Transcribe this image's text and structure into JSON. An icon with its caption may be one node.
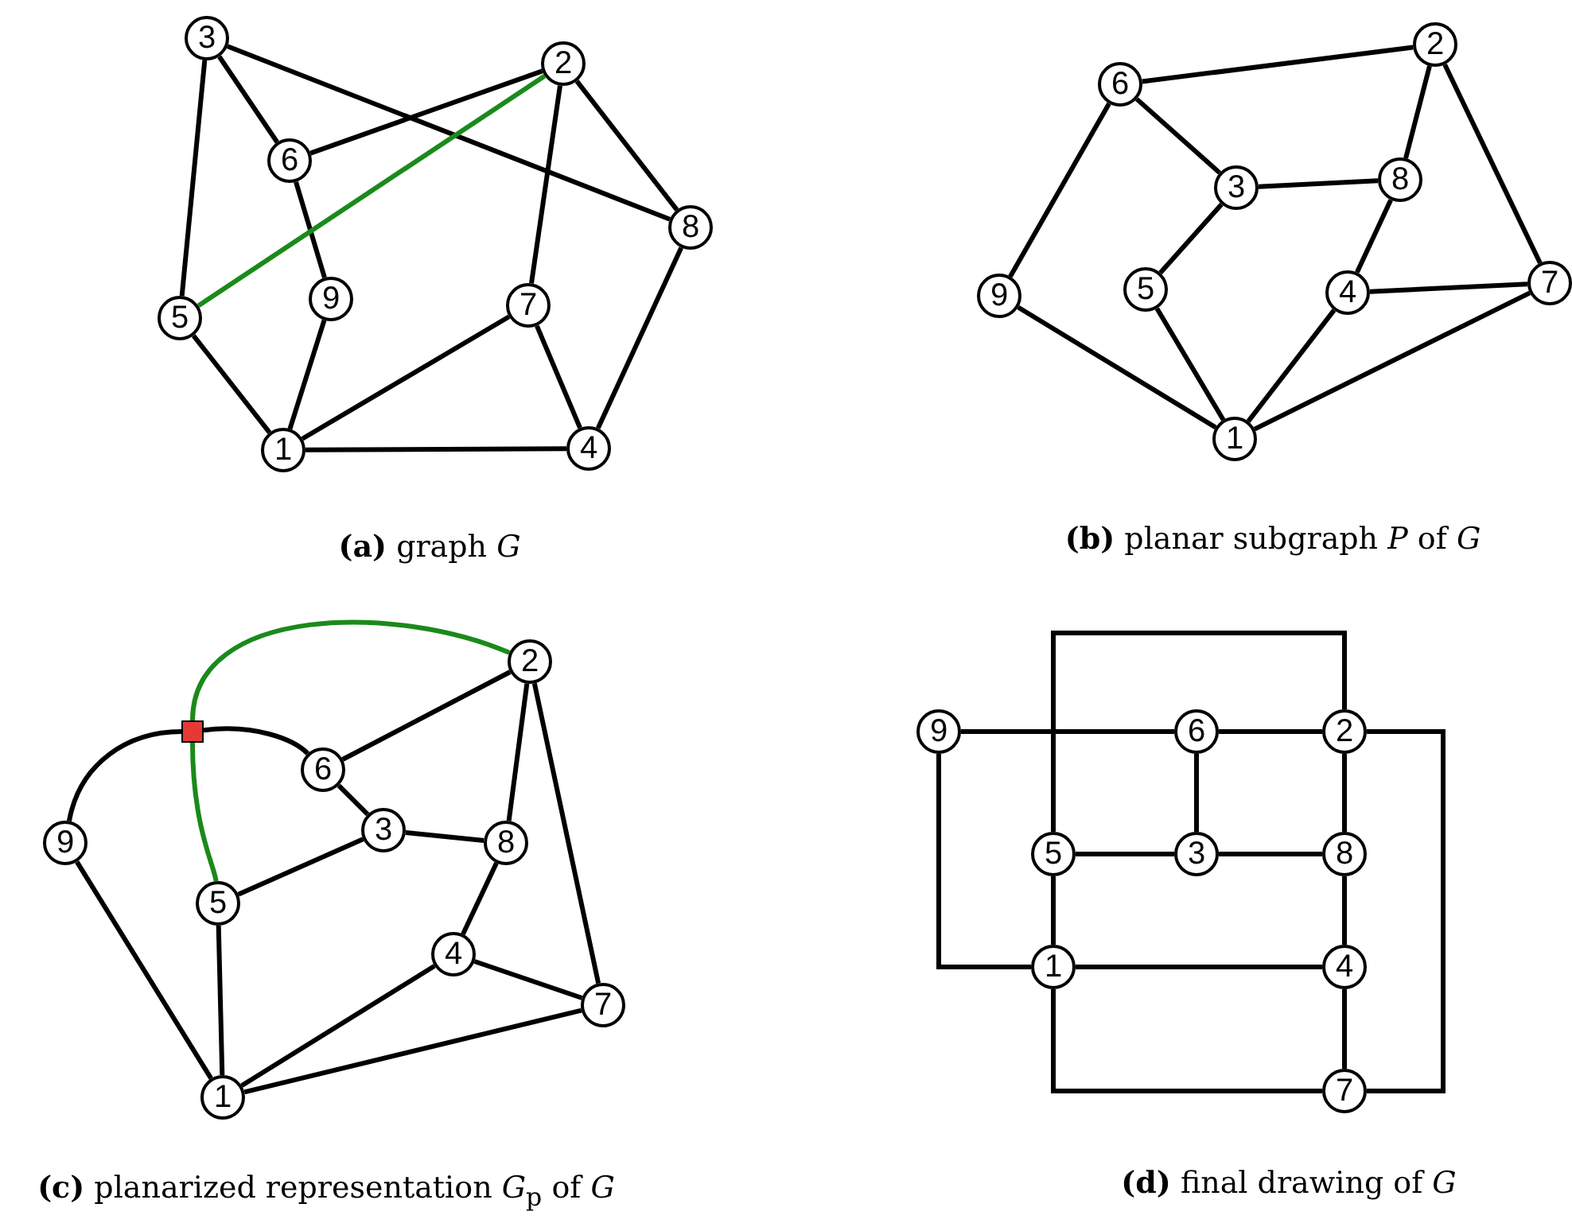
{
  "diagram": {
    "nodes": [
      {
        "text": [
          "1"
        ]
      },
      {
        "text": [
          "2"
        ]
      },
      {
        "text": [
          "3"
        ]
      },
      {
        "text": [
          "4"
        ]
      },
      {
        "text": [
          "5"
        ]
      },
      {
        "text": [
          "6"
        ]
      },
      {
        "text": [
          "7"
        ]
      },
      {
        "text": [
          "8"
        ]
      },
      {
        "text": [
          "9"
        ]
      },
      {
        "text": [
          "1"
        ]
      },
      {
        "text": [
          "2"
        ]
      },
      {
        "text": [
          "3"
        ]
      },
      {
        "text": [
          "4"
        ]
      },
      {
        "text": [
          "5"
        ]
      },
      {
        "text": [
          "6"
        ]
      },
      {
        "text": [
          "7"
        ]
      },
      {
        "text": [
          "8"
        ]
      },
      {
        "text": [
          "9"
        ]
      },
      {
        "text": [
          "1"
        ]
      },
      {
        "text": [
          "2"
        ]
      },
      {
        "text": [
          "3"
        ]
      },
      {
        "text": [
          "4"
        ]
      },
      {
        "text": [
          "5"
        ]
      },
      {
        "text": [
          "6"
        ]
      },
      {
        "text": [
          "7"
        ]
      },
      {
        "text": [
          "8"
        ]
      },
      {
        "text": [
          "9"
        ]
      },
      {
        "text": [],
        "shape": "box"
      },
      {
        "text": [
          "1"
        ]
      },
      {
        "text": [
          "2"
        ]
      },
      {
        "text": [
          "3"
        ]
      },
      {
        "text": [
          "4"
        ]
      },
      {
        "text": [
          "5"
        ]
      },
      {
        "text": [
          "6"
        ]
      },
      {
        "text": [
          "7"
        ]
      },
      {
        "text": [
          "8"
        ]
      },
      {
        "text": [
          "9"
        ]
      }
    ],
    "edges": [
      {
        "from": 2,
        "to": 5,
        "arrow": "none"
      },
      {
        "from": 2,
        "to": 7,
        "arrow": "none"
      },
      {
        "from": 2,
        "to": 4,
        "arrow": "none"
      },
      {
        "from": 5,
        "to": 1,
        "arrow": "none"
      },
      {
        "from": 5,
        "to": 8,
        "arrow": "none"
      },
      {
        "from": 1,
        "to": 4,
        "arrow": "none",
        "color": "#1a8a1a"
      },
      {
        "from": 1,
        "to": 7,
        "arrow": "none"
      },
      {
        "from": 1,
        "to": 6,
        "arrow": "none"
      },
      {
        "from": 6,
        "to": 0,
        "arrow": "none"
      },
      {
        "from": 6,
        "to": 3,
        "arrow": "none"
      },
      {
        "from": 7,
        "to": 3,
        "arrow": "none"
      },
      {
        "from": 4,
        "to": 0,
        "arrow": "none"
      },
      {
        "from": 8,
        "to": 0,
        "arrow": "none"
      },
      {
        "from": 0,
        "to": 3,
        "arrow": "none"
      },
      {
        "from": 14,
        "to": 10,
        "arrow": "none"
      },
      {
        "from": 14,
        "to": 17,
        "arrow": "none"
      },
      {
        "from": 14,
        "to": 11,
        "arrow": "none"
      },
      {
        "from": 11,
        "to": 16,
        "arrow": "none"
      },
      {
        "from": 11,
        "to": 13,
        "arrow": "none"
      },
      {
        "from": 10,
        "to": 16,
        "arrow": "none"
      },
      {
        "from": 10,
        "to": 15,
        "arrow": "none"
      },
      {
        "from": 16,
        "to": 12,
        "arrow": "none"
      },
      {
        "from": 12,
        "to": 15,
        "arrow": "none"
      },
      {
        "from": 17,
        "to": 9,
        "arrow": "none"
      },
      {
        "from": 13,
        "to": 9,
        "arrow": "none"
      },
      {
        "from": 12,
        "to": 9,
        "arrow": "none"
      },
      {
        "from": 15,
        "to": 9,
        "arrow": "none"
      },
      {
        "from": 26,
        "to": 27,
        "arrow": "none"
      },
      {
        "from": 27,
        "to": 23,
        "arrow": "none"
      },
      {
        "from": 27,
        "to": 19,
        "arrow": "none",
        "color": "#1a8a1a"
      },
      {
        "from": 27,
        "to": 22,
        "arrow": "none",
        "color": "#1a8a1a"
      },
      {
        "from": 23,
        "to": 19,
        "arrow": "none"
      },
      {
        "from": 23,
        "to": 20,
        "arrow": "none"
      },
      {
        "from": 20,
        "to": 25,
        "arrow": "none"
      },
      {
        "from": 20,
        "to": 22,
        "arrow": "none"
      },
      {
        "from": 19,
        "to": 25,
        "arrow": "none"
      },
      {
        "from": 19,
        "to": 24,
        "arrow": "none"
      },
      {
        "from": 25,
        "to": 21,
        "arrow": "none"
      },
      {
        "from": 21,
        "to": 24,
        "arrow": "none"
      },
      {
        "from": 26,
        "to": 18,
        "arrow": "none"
      },
      {
        "from": 22,
        "to": 18,
        "arrow": "none"
      },
      {
        "from": 21,
        "to": 18,
        "arrow": "none"
      },
      {
        "from": 24,
        "to": 18,
        "arrow": "none"
      },
      {
        "from": 36,
        "to": 33,
        "arrow": "none"
      },
      {
        "from": 33,
        "to": 29,
        "arrow": "none"
      },
      {
        "from": 33,
        "to": 30,
        "arrow": "none"
      },
      {
        "from": 32,
        "to": 30,
        "arrow": "none"
      },
      {
        "from": 30,
        "to": 35,
        "arrow": "none"
      },
      {
        "from": 29,
        "to": 35,
        "arrow": "none"
      },
      {
        "from": 35,
        "to": 31,
        "arrow": "none"
      },
      {
        "from": 31,
        "to": 34,
        "arrow": "none"
      },
      {
        "from": 32,
        "to": 28,
        "arrow": "none"
      },
      {
        "from": 28,
        "to": 31,
        "arrow": "none"
      },
      {
        "from": 32,
        "to": 29,
        "arrow": "none"
      },
      {
        "from": 36,
        "to": 28,
        "arrow": "none"
      },
      {
        "from": 29,
        "to": 34,
        "arrow": "none"
      },
      {
        "from": 28,
        "to": 34,
        "arrow": "none"
      }
    ],
    "labels": [
      "**(a)** graph *G*",
      "**(b)** planar subgraph *P* of *G*",
      "**(c)** planarized representation *G*$_{p}$ of *G*",
      "**(d)** final drawing of *G*"
    ]
  }
}
